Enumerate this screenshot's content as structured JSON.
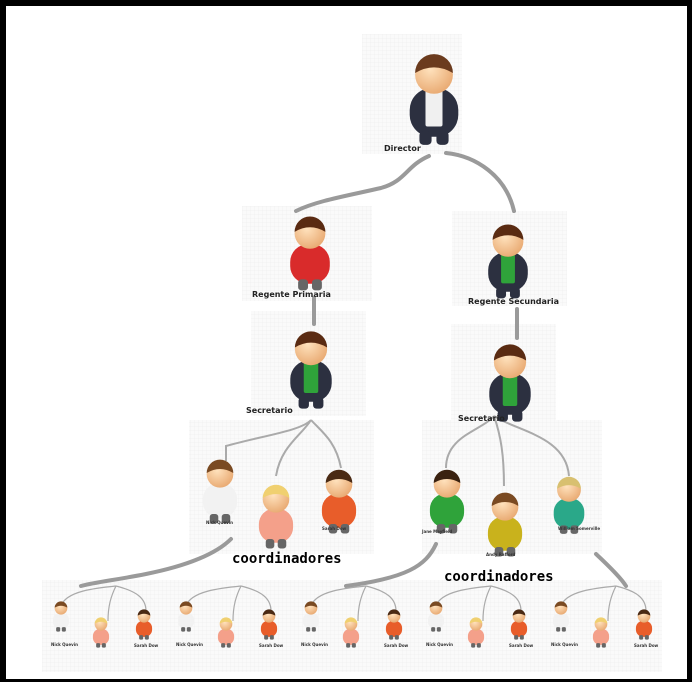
{
  "title_nodes": {
    "director": "Director",
    "regente_primaria": "Regente Primaria",
    "regente_secundaria": "Regente Secundaria",
    "secretario_left": "Secretario",
    "secretario_right": "Secretario"
  },
  "group_labels": {
    "left": "coordinadores",
    "right": "coordinadores"
  },
  "coordinadores_left": [
    "Nick Quevin",
    "",
    "Sarah Dow"
  ],
  "coordinadores_right": [
    "Jane Mayfield",
    "Andy Rafford",
    "William Somerville"
  ],
  "leaf_names": [
    "Nick Quevin",
    "",
    "Sarah Dow"
  ],
  "colors": {
    "connector": "#9a9a9a",
    "red": "#d92b2b",
    "green": "#2fa33a",
    "orange": "#e85d2a",
    "yellow": "#c9b21c",
    "white": "#f2f2f2",
    "suit": "#2c3040",
    "teal": "#2aa889"
  }
}
